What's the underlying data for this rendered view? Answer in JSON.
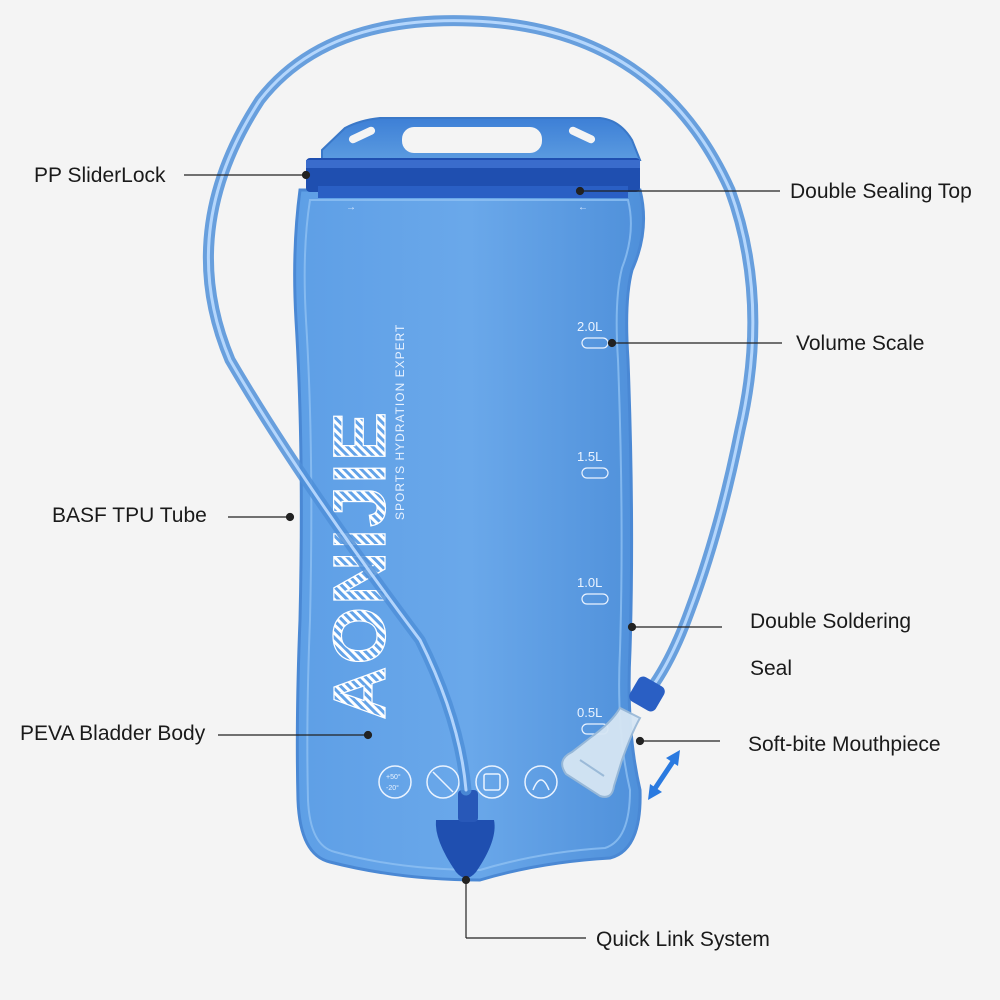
{
  "callouts": {
    "pp_sliderlock": "PP SliderLock",
    "double_sealing_top": "Double Sealing Top",
    "volume_scale": "Volume Scale",
    "basf_tpu_tube": "BASF TPU Tube",
    "double_soldering_seal_line1": "Double Soldering",
    "double_soldering_seal_line2": "Seal",
    "peva_bladder_body": "PEVA Bladder Body",
    "soft_bite_mouthpiece": "Soft-bite Mouthpiece",
    "quick_link_system": "Quick Link System"
  },
  "bladder": {
    "brand": "AONIJIE",
    "tagline": "SPORTS HYDRATION EXPERT",
    "volume_marks": [
      "2.0L",
      "1.5L",
      "1.0L",
      "0.5L"
    ],
    "temp_icon_top": "+50°",
    "temp_icon_bottom": "-20°"
  },
  "colors": {
    "background": "#f4f4f4",
    "bladder_blue": "#5b9be0",
    "slider_blue": "#1f4fb0",
    "leader_line": "#222222",
    "arrow_blue": "#2a7ae0"
  }
}
